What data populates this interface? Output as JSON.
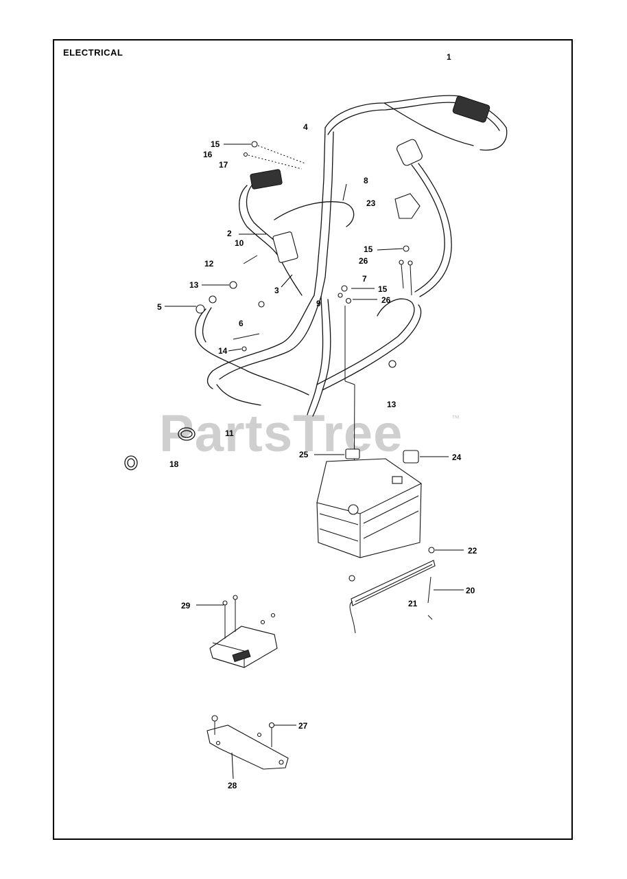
{
  "title": "ELECTRICAL",
  "watermark": {
    "brand": "PartsTree",
    "trademark": "™"
  },
  "callouts": [
    {
      "id": "c1",
      "label": "1"
    },
    {
      "id": "c4",
      "label": "4"
    },
    {
      "id": "c15a",
      "label": "15"
    },
    {
      "id": "c16",
      "label": "16"
    },
    {
      "id": "c17",
      "label": "17"
    },
    {
      "id": "c8",
      "label": "8"
    },
    {
      "id": "c23",
      "label": "23"
    },
    {
      "id": "c2",
      "label": "2"
    },
    {
      "id": "c10",
      "label": "10"
    },
    {
      "id": "c15b",
      "label": "15"
    },
    {
      "id": "c26a",
      "label": "26"
    },
    {
      "id": "c12",
      "label": "12"
    },
    {
      "id": "c7",
      "label": "7"
    },
    {
      "id": "c15c",
      "label": "15"
    },
    {
      "id": "c13a",
      "label": "13"
    },
    {
      "id": "c3",
      "label": "3"
    },
    {
      "id": "c26b",
      "label": "26"
    },
    {
      "id": "c5",
      "label": "5"
    },
    {
      "id": "c9",
      "label": "9"
    },
    {
      "id": "c6",
      "label": "6"
    },
    {
      "id": "c14",
      "label": "14"
    },
    {
      "id": "c13b",
      "label": "13"
    },
    {
      "id": "c11",
      "label": "11"
    },
    {
      "id": "c25",
      "label": "25"
    },
    {
      "id": "c24",
      "label": "24"
    },
    {
      "id": "c18",
      "label": "18"
    },
    {
      "id": "c22",
      "label": "22"
    },
    {
      "id": "c20",
      "label": "20"
    },
    {
      "id": "c21",
      "label": "21"
    },
    {
      "id": "c29",
      "label": "29"
    },
    {
      "id": "c27",
      "label": "27"
    },
    {
      "id": "c28",
      "label": "28"
    }
  ]
}
